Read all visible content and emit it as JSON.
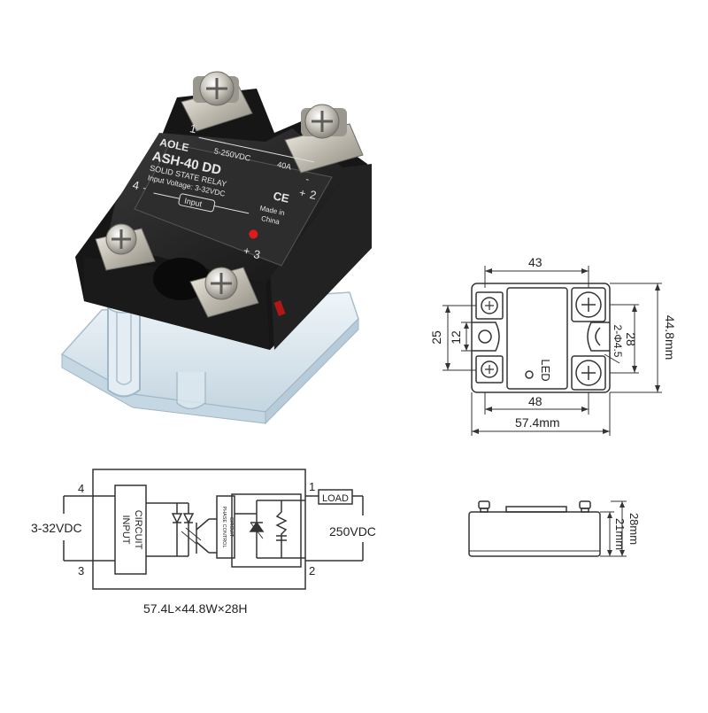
{
  "product": {
    "brand": "AOLE",
    "model": "ASH-40 DD",
    "subtitle": "SOLID STATE RELAY",
    "input_voltage": "Input Voltage: 3-32VDC",
    "output_rating": "5-250VDC",
    "current_rating": "40A",
    "input_label": "Input",
    "made_in_line1": "Made in",
    "made_in_line2": "China",
    "ce_mark": "CE",
    "terminal_1": "1",
    "terminal_2": "2",
    "terminal_3": "3",
    "terminal_4": "4",
    "plus_2": "+",
    "plus_3": "+",
    "minus_2": "-",
    "minus_4": "-"
  },
  "top_view": {
    "dim_43": "43",
    "dim_25": "25",
    "dim_12": "12",
    "dim_28": "28",
    "dim_44_8": "44.8mm",
    "dim_hole": "2-Φ4.5",
    "dim_48": "48",
    "dim_57_4": "57.4mm",
    "led_label": "LED"
  },
  "side_view": {
    "dim_28mm": "28mm",
    "dim_21mm": "21mm"
  },
  "schematic": {
    "pin_4": "4",
    "pin_3": "3",
    "pin_1": "1",
    "pin_2": "2",
    "input_voltage": "3-32VDC",
    "output_voltage": "250VDC",
    "load_label": "LOAD",
    "input_circuit_line1": "INPUT",
    "input_circuit_line2": "CIRCUIT",
    "phase_line1": "PHASE CONTROL",
    "phase_line2": "CIRCUIT",
    "size_caption": "57.4L×44.8W×28H"
  },
  "colors": {
    "relay_body": "#1f1f1f",
    "relay_face": "#2b2b2b",
    "base_clear": "#d8e6ef",
    "metal": "#c9c6bd",
    "drawing_line": "#333333",
    "led_red": "#e01a1a"
  }
}
